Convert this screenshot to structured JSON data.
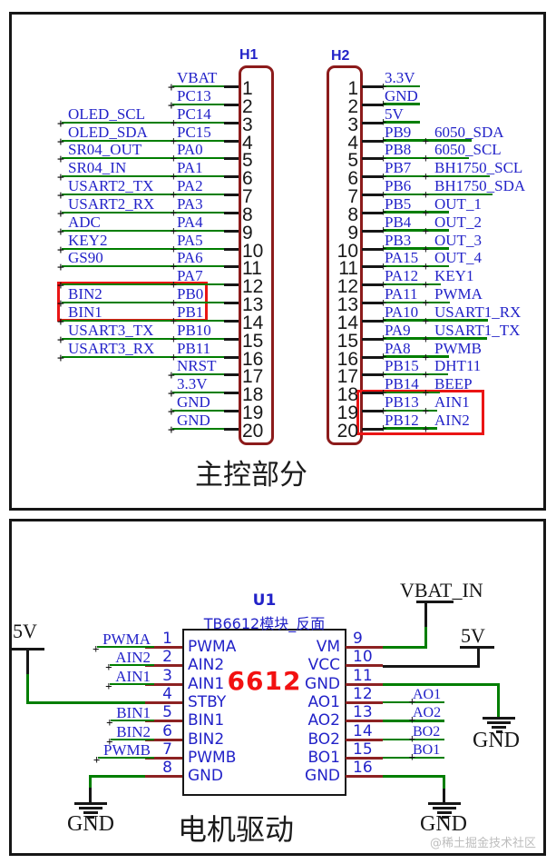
{
  "page": {
    "watermark": "@稀土掘金技术社区"
  },
  "colors": {
    "wire_green": "#007E00",
    "label_blue": "#2222C8",
    "connector_maroon": "#8C1B1B",
    "chip_stub_maroon": "#8C2222",
    "highlight_red": "#EA1515",
    "chip_number_red": "#F21111",
    "line_black": "#161616",
    "watermark_gray": "#BDBDBD"
  },
  "main_control": {
    "title": "主控部分",
    "h1": {
      "label": "H1",
      "pins": [
        {
          "num": 1,
          "name": "VBAT",
          "signal": null
        },
        {
          "num": 2,
          "name": "PC13",
          "signal": null
        },
        {
          "num": 3,
          "name": "PC14",
          "signal": "OLED_SCL"
        },
        {
          "num": 4,
          "name": "PC15",
          "signal": "OLED_SDA"
        },
        {
          "num": 5,
          "name": "PA0",
          "signal": "SR04_OUT"
        },
        {
          "num": 6,
          "name": "PA1",
          "signal": "SR04_IN"
        },
        {
          "num": 7,
          "name": "PA2",
          "signal": "USART2_TX"
        },
        {
          "num": 8,
          "name": "PA3",
          "signal": "USART2_RX"
        },
        {
          "num": 9,
          "name": "PA4",
          "signal": "ADC"
        },
        {
          "num": 10,
          "name": "PA5",
          "signal": "KEY2"
        },
        {
          "num": 11,
          "name": "PA6",
          "signal": "GS90"
        },
        {
          "num": 12,
          "name": "PA7",
          "signal": ""
        },
        {
          "num": 13,
          "name": "PB0",
          "signal": "BIN2",
          "highlight": true
        },
        {
          "num": 14,
          "name": "PB1",
          "signal": "BIN1",
          "highlight": true
        },
        {
          "num": 15,
          "name": "PB10",
          "signal": "USART3_TX"
        },
        {
          "num": 16,
          "name": "PB11",
          "signal": "USART3_RX"
        },
        {
          "num": 17,
          "name": "NRST",
          "signal": null
        },
        {
          "num": 18,
          "name": "3.3V",
          "signal": null
        },
        {
          "num": 19,
          "name": "GND",
          "signal": null
        },
        {
          "num": 20,
          "name": "GND",
          "signal": null
        }
      ]
    },
    "h2": {
      "label": "H2",
      "pins": [
        {
          "num": 1,
          "name": "3.3V",
          "signal": null
        },
        {
          "num": 2,
          "name": "GND",
          "signal": null
        },
        {
          "num": 3,
          "name": "5V",
          "signal": null
        },
        {
          "num": 4,
          "name": "PB9",
          "signal": "6050_SDA"
        },
        {
          "num": 5,
          "name": "PB8",
          "signal": "6050_SCL"
        },
        {
          "num": 6,
          "name": "PB7",
          "signal": "BH1750_SCL"
        },
        {
          "num": 7,
          "name": "PB6",
          "signal": "BH1750_SDA"
        },
        {
          "num": 8,
          "name": "PB5",
          "signal": "OUT_1"
        },
        {
          "num": 9,
          "name": "PB4",
          "signal": "OUT_2"
        },
        {
          "num": 10,
          "name": "PB3",
          "signal": "OUT_3"
        },
        {
          "num": 11,
          "name": "PA15",
          "signal": "OUT_4"
        },
        {
          "num": 12,
          "name": "PA12",
          "signal": "KEY1"
        },
        {
          "num": 13,
          "name": "PA11",
          "signal": "PWMA"
        },
        {
          "num": 14,
          "name": "PA10",
          "signal": "USART1_RX"
        },
        {
          "num": 15,
          "name": "PA9",
          "signal": "USART1_TX"
        },
        {
          "num": 16,
          "name": "PA8",
          "signal": "PWMB"
        },
        {
          "num": 17,
          "name": "PB15",
          "signal": "DHT11"
        },
        {
          "num": 18,
          "name": "PB14",
          "signal": "BEEP"
        },
        {
          "num": 19,
          "name": "PB13",
          "signal": "AIN1",
          "highlight": true
        },
        {
          "num": 20,
          "name": "PB12",
          "signal": "AIN2",
          "highlight": true
        }
      ]
    }
  },
  "motor_drive": {
    "title": "电机驱动",
    "u1": {
      "ref": "U1",
      "subtitle": "TB6612模块_反面",
      "big_label": "6612",
      "left_pins": [
        {
          "num": 1,
          "name": "PWMA",
          "net": "PWMA"
        },
        {
          "num": 2,
          "name": "AIN2",
          "net": "AIN2"
        },
        {
          "num": 3,
          "name": "AIN1",
          "net": "AIN1"
        },
        {
          "num": 4,
          "name": "STBY",
          "net": null
        },
        {
          "num": 5,
          "name": "BIN1",
          "net": "BIN1"
        },
        {
          "num": 6,
          "name": "BIN2",
          "net": "BIN2"
        },
        {
          "num": 7,
          "name": "PWMB",
          "net": "PWMB"
        },
        {
          "num": 8,
          "name": "GND",
          "net": null
        }
      ],
      "right_pins": [
        {
          "num": 9,
          "name": "VM",
          "net": null
        },
        {
          "num": 10,
          "name": "VCC",
          "net": null
        },
        {
          "num": 11,
          "name": "GND",
          "net": null
        },
        {
          "num": 12,
          "name": "AO1",
          "net": "AO1"
        },
        {
          "num": 13,
          "name": "AO2",
          "net": "AO2"
        },
        {
          "num": 14,
          "name": "BO2",
          "net": "BO2"
        },
        {
          "num": 15,
          "name": "BO1",
          "net": "BO1"
        },
        {
          "num": 16,
          "name": "GND",
          "net": null
        }
      ]
    },
    "power": {
      "left_5v": "5V",
      "vbat_in": "VBAT_IN",
      "right_5v": "5V",
      "gnd_right": "GND",
      "gnd_bottom_left": "GND",
      "gnd_bottom_right": "GND"
    }
  }
}
